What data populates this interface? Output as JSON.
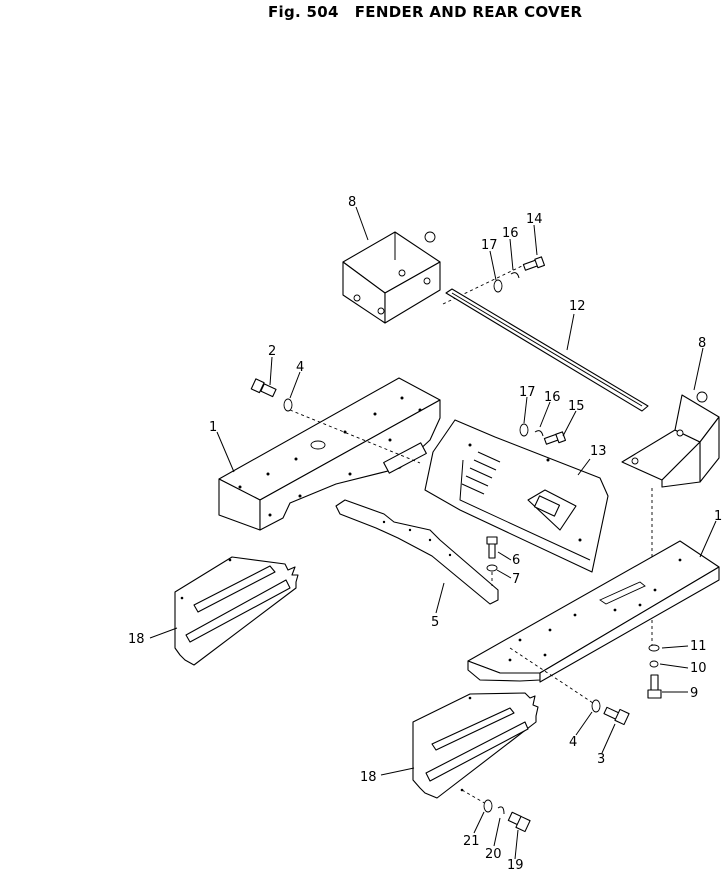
{
  "header": {
    "figure": "Fig. 504",
    "title": "FENDER AND REAR COVER"
  },
  "callouts": [
    {
      "id": "c8a",
      "label": "8"
    },
    {
      "id": "c14",
      "label": "14"
    },
    {
      "id": "c16a",
      "label": "16"
    },
    {
      "id": "c17a",
      "label": "17"
    },
    {
      "id": "c12",
      "label": "12"
    },
    {
      "id": "c8b",
      "label": "8"
    },
    {
      "id": "c2",
      "label": "2"
    },
    {
      "id": "c4a",
      "label": "4"
    },
    {
      "id": "c1a",
      "label": "1"
    },
    {
      "id": "c17b",
      "label": "17"
    },
    {
      "id": "c16b",
      "label": "16"
    },
    {
      "id": "c15",
      "label": "15"
    },
    {
      "id": "c13",
      "label": "13"
    },
    {
      "id": "c6",
      "label": "6"
    },
    {
      "id": "c7",
      "label": "7"
    },
    {
      "id": "c5",
      "label": "5"
    },
    {
      "id": "c18a",
      "label": "18"
    },
    {
      "id": "c1b",
      "label": "1"
    },
    {
      "id": "c11",
      "label": "11"
    },
    {
      "id": "c10",
      "label": "10"
    },
    {
      "id": "c9",
      "label": "9"
    },
    {
      "id": "c4b",
      "label": "4"
    },
    {
      "id": "c3",
      "label": "3"
    },
    {
      "id": "c18b",
      "label": "18"
    },
    {
      "id": "c21",
      "label": "21"
    },
    {
      "id": "c20",
      "label": "20"
    },
    {
      "id": "c19",
      "label": "19"
    }
  ]
}
